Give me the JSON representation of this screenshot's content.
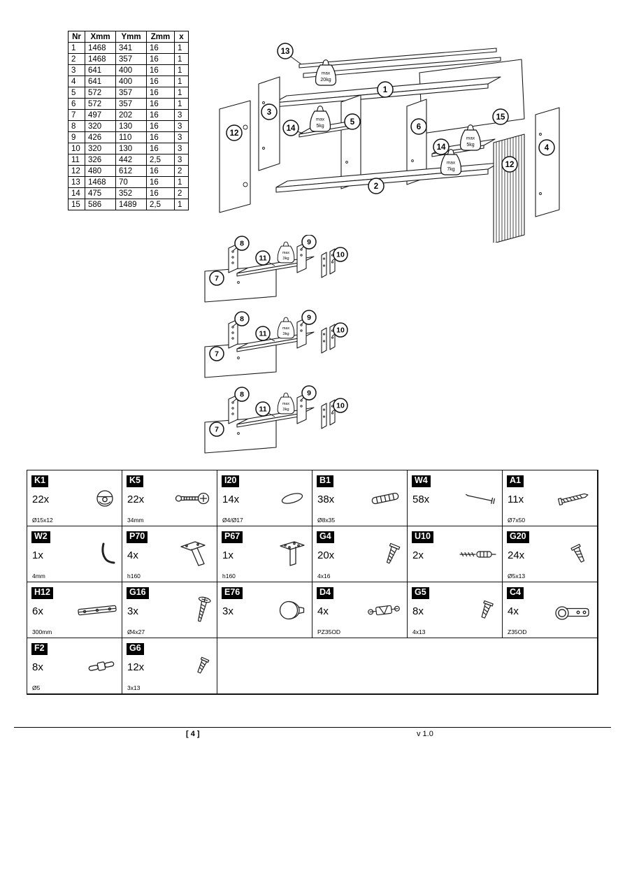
{
  "page": {
    "number": "[ 4 ]",
    "version": "v 1.0"
  },
  "parts_table": {
    "headers": [
      "Nr",
      "Xmm",
      "Ymm",
      "Zmm",
      "x"
    ],
    "rows": [
      [
        "1",
        "1468",
        "341",
        "16",
        "1"
      ],
      [
        "2",
        "1468",
        "357",
        "16",
        "1"
      ],
      [
        "3",
        "641",
        "400",
        "16",
        "1"
      ],
      [
        "4",
        "641",
        "400",
        "16",
        "1"
      ],
      [
        "5",
        "572",
        "357",
        "16",
        "1"
      ],
      [
        "6",
        "572",
        "357",
        "16",
        "1"
      ],
      [
        "7",
        "497",
        "202",
        "16",
        "3"
      ],
      [
        "8",
        "320",
        "130",
        "16",
        "3"
      ],
      [
        "9",
        "426",
        "110",
        "16",
        "3"
      ],
      [
        "10",
        "320",
        "130",
        "16",
        "3"
      ],
      [
        "11",
        "326",
        "442",
        "2,5",
        "3"
      ],
      [
        "12",
        "480",
        "612",
        "16",
        "2"
      ],
      [
        "13",
        "1468",
        "70",
        "16",
        "1"
      ],
      [
        "14",
        "475",
        "352",
        "16",
        "2"
      ],
      [
        "15",
        "586",
        "1489",
        "2,5",
        "1"
      ]
    ]
  },
  "exploded": {
    "callouts": {
      "top_rail": "13",
      "top_panel": "1",
      "left_side": "3",
      "left_shelf": "14",
      "mid_divider": "5",
      "right_divider": "6",
      "back_panel": "15",
      "left_door": "12",
      "right_shelf": "14",
      "right_door": "12",
      "right_side": "4",
      "bottom_panel": "2"
    },
    "weights": {
      "top": {
        "l1": "max",
        "l2": "20kg"
      },
      "left_shelf": {
        "l1": "max",
        "l2": "5kg"
      },
      "right_shelf": {
        "l1": "max",
        "l2": "5kg"
      },
      "bottom": {
        "l1": "max",
        "l2": "7kg"
      }
    }
  },
  "drawer": {
    "callouts": {
      "side_left": "8",
      "side_right": "9",
      "bottom_panel": "11",
      "slide_rails": "10",
      "front_panel": "7"
    },
    "weight": {
      "l1": "max",
      "l2": "3kg"
    }
  },
  "hardware": {
    "items": [
      {
        "code": "K1",
        "qty": "22x",
        "size": "Ø15x12",
        "icon": "cam-lock"
      },
      {
        "code": "K5",
        "qty": "22x",
        "size": "34mm",
        "icon": "cam-bolt"
      },
      {
        "code": "I20",
        "qty": "14x",
        "size": "Ø4/Ø17",
        "icon": "washer-ring"
      },
      {
        "code": "B1",
        "qty": "38x",
        "size": "Ø8x35",
        "icon": "wooden-dowel"
      },
      {
        "code": "W4",
        "qty": "58x",
        "size": "",
        "icon": "nail"
      },
      {
        "code": "A1",
        "qty": "11x",
        "size": "Ø7x50",
        "icon": "confirmat-screw"
      },
      {
        "code": "W2",
        "qty": "1x",
        "size": "4mm",
        "icon": "allen-key"
      },
      {
        "code": "P70",
        "qty": "4x",
        "size": "h160",
        "icon": "furniture-leg"
      },
      {
        "code": "P67",
        "qty": "1x",
        "size": "h160",
        "icon": "furniture-leg-center"
      },
      {
        "code": "G4",
        "qty": "20x",
        "size": "4x16",
        "icon": "screw"
      },
      {
        "code": "U10",
        "qty": "2x",
        "size": "",
        "icon": "wall-anchor"
      },
      {
        "code": "G20",
        "qty": "24x",
        "size": "Ø5x13",
        "icon": "euro-screw"
      },
      {
        "code": "H12",
        "qty": "6x",
        "size": "300mm",
        "icon": "drawer-slide"
      },
      {
        "code": "G16",
        "qty": "3x",
        "size": "Ø4x27",
        "icon": "screw-long"
      },
      {
        "code": "E76",
        "qty": "3x",
        "size": "",
        "icon": "knob"
      },
      {
        "code": "D4",
        "qty": "4x",
        "size": "PZ35OD",
        "icon": "hinge-mounting-plate"
      },
      {
        "code": "G5",
        "qty": "8x",
        "size": "4x13",
        "icon": "screw-small"
      },
      {
        "code": "C4",
        "qty": "4x",
        "size": "Z35OD",
        "icon": "cup-hinge"
      },
      {
        "code": "F2",
        "qty": "8x",
        "size": "Ø5",
        "icon": "connecting-pin"
      },
      {
        "code": "G6",
        "qty": "12x",
        "size": "3x13",
        "icon": "screw-tiny"
      }
    ]
  }
}
